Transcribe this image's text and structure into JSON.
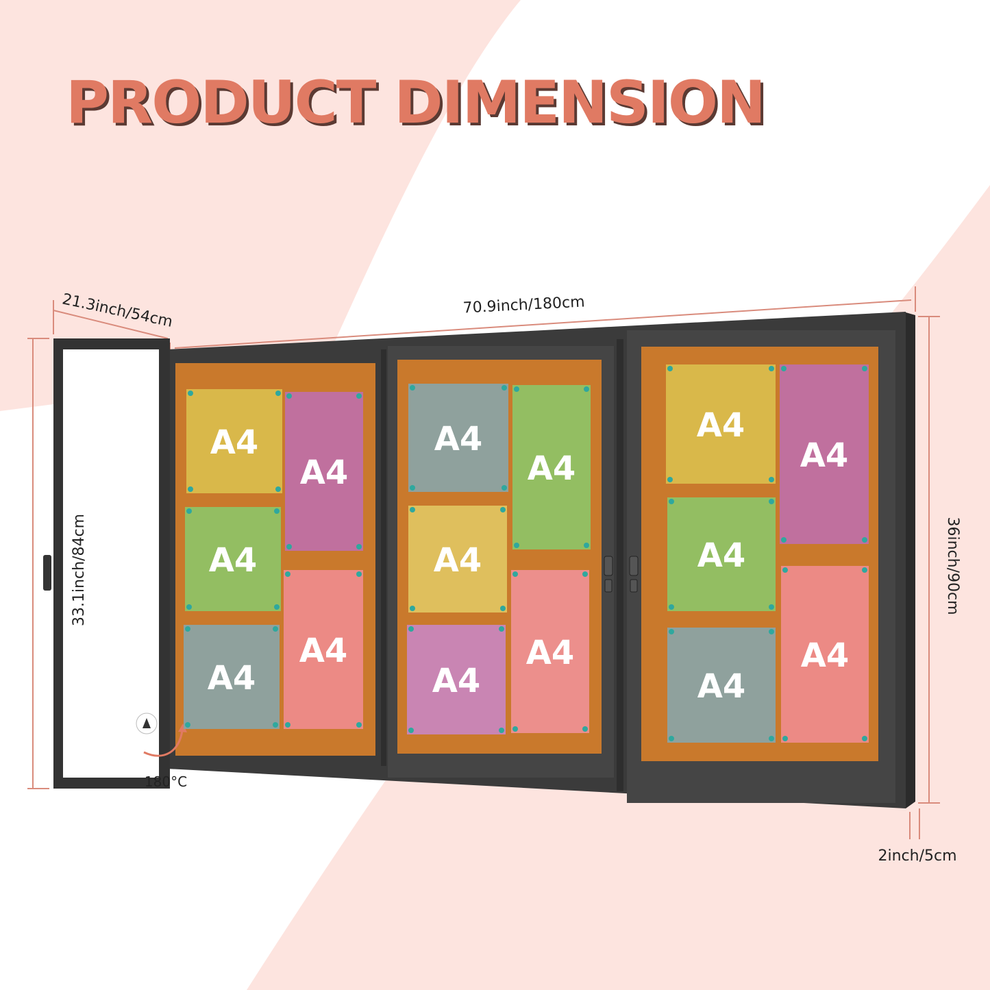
{
  "title": "PRODUCT DIMENSION",
  "dimensions": {
    "width": "70.9inch/180cm",
    "door_width": "21.3inch/54cm",
    "door_height": "33.1inch/84cm",
    "height": "36inch/90cm",
    "depth": "2inch/5cm",
    "rotation": "180°C"
  },
  "sheet_label": "A4",
  "panels": [
    {
      "sheets": [
        "#d9b84a",
        "#c0709e",
        "#93be62",
        "#ec8a85",
        "#8fa19d",
        "#ec8a85"
      ]
    },
    {
      "sheets": [
        "#8fa19d",
        "#93be62",
        "#dfbf5d",
        "#ec8f8c",
        "#c985b3",
        "#ec8f8c"
      ]
    },
    {
      "sheets": [
        "#d9b84a",
        "#c0709e",
        "#93be62",
        "#ec8a85",
        "#8fa19d",
        "#ec8a85"
      ]
    }
  ],
  "colors": {
    "title": "#e07a63",
    "title_shadow": "#5b3a33",
    "frame": "#3a3a3a",
    "cork": "#c9792c",
    "dimension_line": "#d98b7c",
    "background_pink": "#fde4df"
  }
}
